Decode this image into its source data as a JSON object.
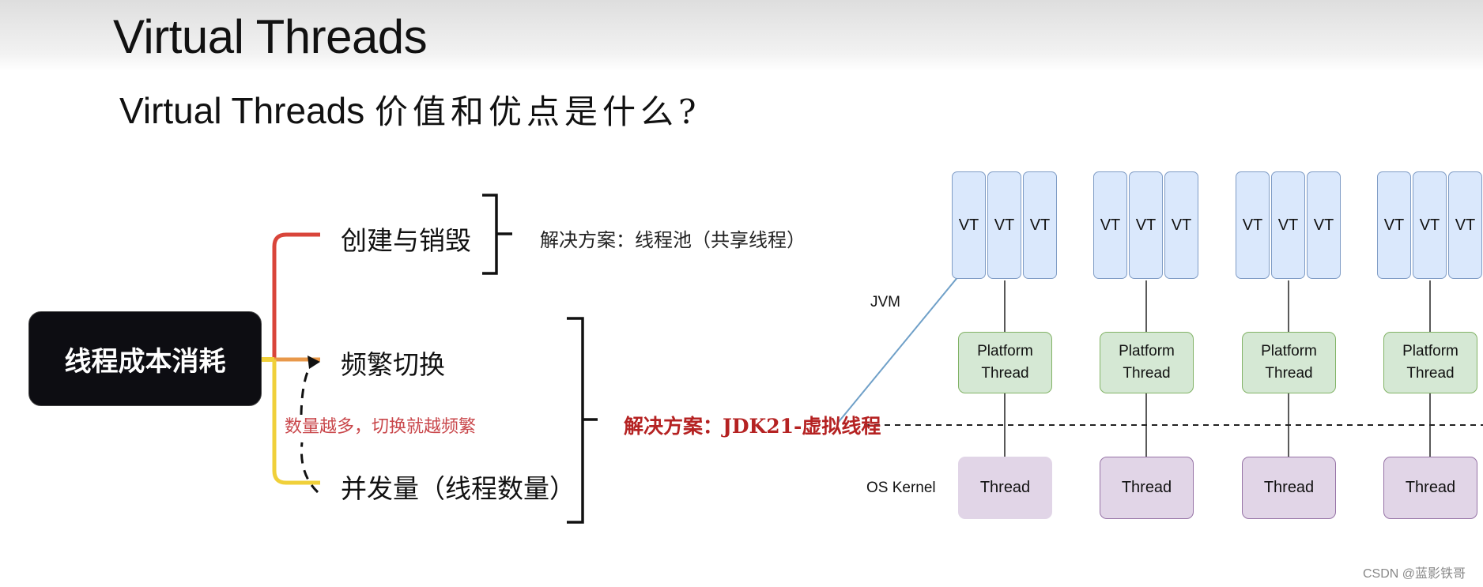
{
  "slide": {
    "title": "Virtual Threads",
    "subtitle_en": "Virtual Threads",
    "subtitle_cn": "价值和优点是什么?"
  },
  "mindmap": {
    "root": "线程成本消耗",
    "branches": [
      {
        "label": "创建与销毁",
        "color": "#d9453a"
      },
      {
        "label": "频繁切换",
        "color": "#e8984a"
      },
      {
        "label": "并发量（线程数量）",
        "color": "#f0d03a"
      }
    ],
    "dependency_note": "数量越多，切换就越频繁",
    "solution_pool": "解决方案：线程池（共享线程）",
    "solution_vt": "解决方案：JDK21-虚拟线程"
  },
  "diagram": {
    "jvm_label": "JVM",
    "os_label": "OS Kernel",
    "vt_label": "VT",
    "platform_label_line1": "Platform",
    "platform_label_line2": "Thread",
    "os_thread_label": "Thread",
    "group_count": 4,
    "vts_per_group": 3,
    "colors": {
      "vt_fill": "#dae8fc",
      "platform_fill": "#d5e8d4",
      "os_fill": "#e1d5e7",
      "arrow": "#6fa0c8"
    }
  },
  "watermark": "CSDN @蓝影铁哥"
}
